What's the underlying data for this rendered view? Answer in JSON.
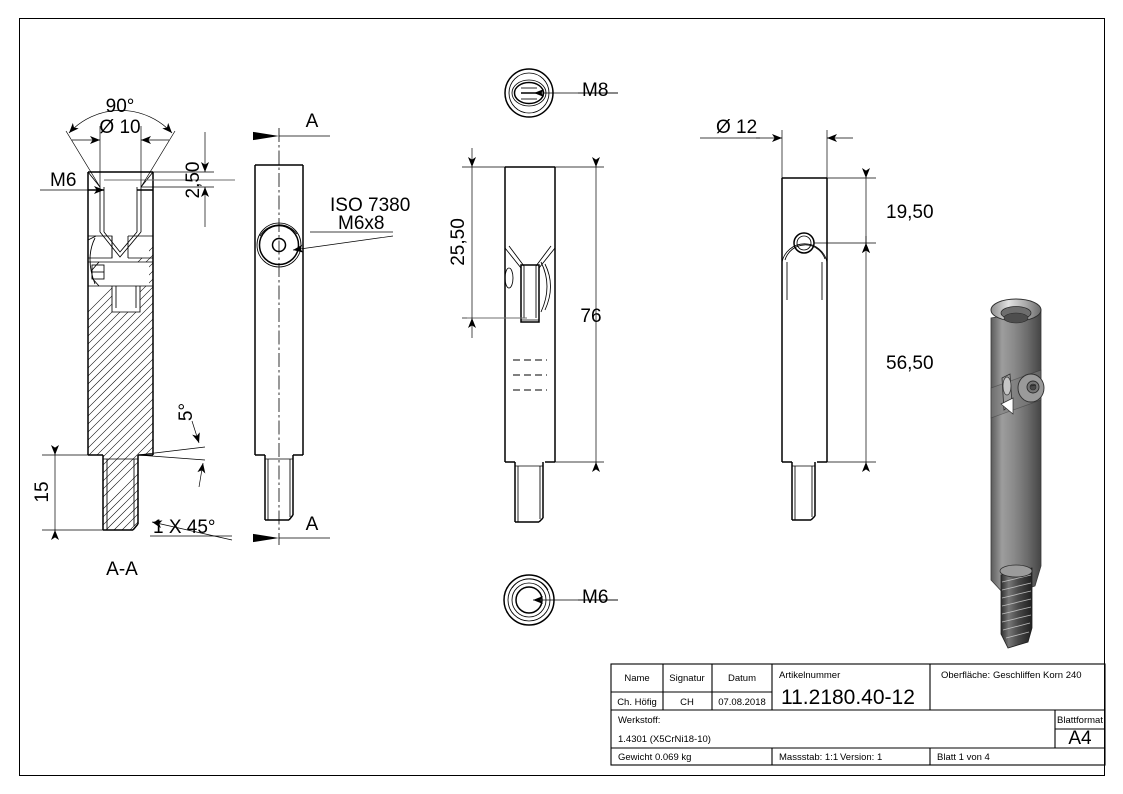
{
  "document": {
    "kind": "technical-engineering-drawing",
    "sheet_format": "A4",
    "section_label": "A-A",
    "section_mark_top": "A",
    "section_mark_bottom": "A"
  },
  "dimensions": {
    "angle_countersink": "90°",
    "dia_countersink": "Ø 10",
    "countersink_depth": "2,50",
    "thread_top": "M6",
    "chamfer_angle": "5°",
    "bottom_length": "15",
    "chamfer_note": "1 X 45°",
    "screw_note_line1": "ISO 7380",
    "screw_note_line2": "M6x8",
    "thread_top_view": "M8",
    "thread_bottom_view": "M6",
    "slot_height": "25,50",
    "total_length": "76",
    "dia_body": "Ø 12",
    "pivot_from_top": "19,50",
    "pivot_to_bottom": "56,50"
  },
  "title_block": {
    "headers": {
      "name": "Name",
      "signature": "Signatur",
      "datum": "Datum",
      "artikelnummer": "Artikelnummer",
      "oberflaeche_label": "Oberfläche:",
      "werkstoff": "Werkstoff:",
      "blattformat": "Blattformat"
    },
    "values": {
      "name": "Ch. Höfig",
      "signature": "CH",
      "datum": "07.08.2018",
      "artikelnummer": "11.2180.40-12",
      "oberflaeche_value": "Geschliffen Korn 240",
      "werkstoff": "1.4301 (X5CrNi18-10)",
      "blattformat": "A4",
      "gewicht": "Gewicht 0.069 kg",
      "massstab": "Massstab: 1:1",
      "version": "Version: 1",
      "blatt": "Blatt 1 von 4"
    }
  },
  "colors": {
    "line": "#000000",
    "gray_line": "#6f6f6f",
    "render_light": "#b9b9b9",
    "render_mid": "#8e8e8e",
    "render_dark": "#5a5a5a",
    "render_darkest": "#2a2a2a",
    "paper": "#ffffff"
  }
}
